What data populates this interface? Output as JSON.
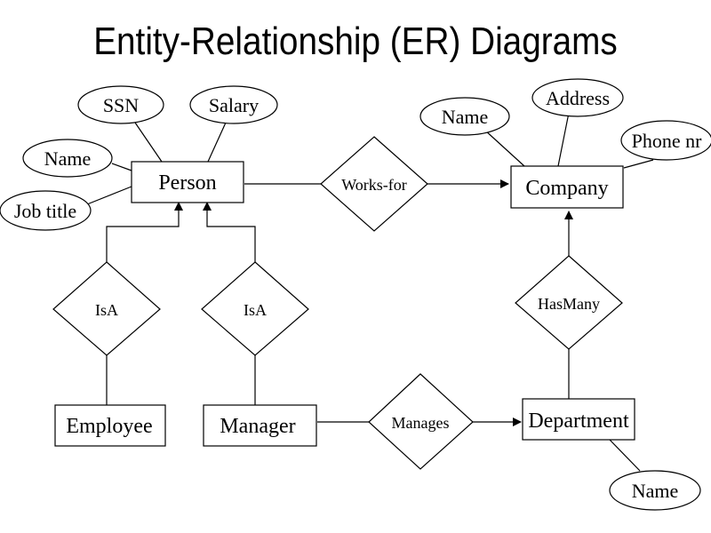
{
  "title": "Entity-Relationship (ER) Diagrams",
  "entities": {
    "person": "Person",
    "company": "Company",
    "employee": "Employee",
    "manager": "Manager",
    "department": "Department"
  },
  "relationships": {
    "works_for": "Works-for",
    "isa_employee": "IsA",
    "isa_manager": "IsA",
    "has_many": "HasMany",
    "manages": "Manages"
  },
  "attributes": {
    "person_ssn": "SSN",
    "person_salary": "Salary",
    "person_name": "Name",
    "person_job_title": "Job title",
    "company_name": "Name",
    "company_address": "Address",
    "company_phone": "Phone nr",
    "department_name": "Name"
  }
}
